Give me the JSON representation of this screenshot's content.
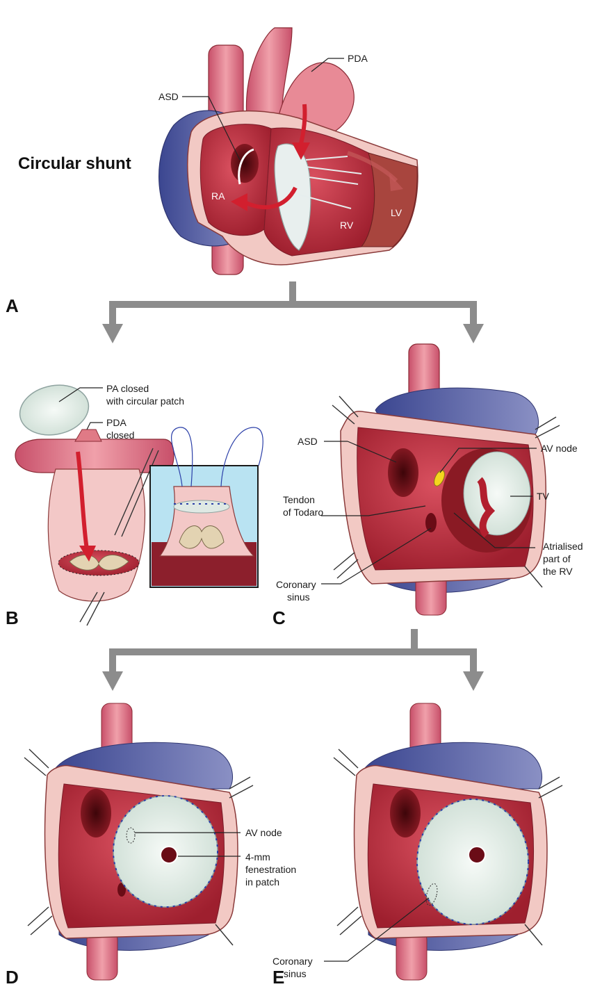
{
  "title": "Circular shunt",
  "panels": {
    "A": "A",
    "B": "B",
    "C": "C",
    "D": "D",
    "E": "E"
  },
  "labels": {
    "a_pda": "PDA",
    "a_asd": "ASD",
    "a_ra": "RA",
    "a_rv": "RV",
    "a_lv": "LV",
    "b_pa_closed_1": "PA closed",
    "b_pa_closed_2": "with circular patch",
    "b_pda_closed_1": "PDA",
    "b_pda_closed_2": "closed",
    "c_asd": "ASD",
    "c_av_node": "AV node",
    "c_tv": "TV",
    "c_tendon_1": "Tendon",
    "c_tendon_2": "of Todaro",
    "c_atrialised_1": "Atrialised",
    "c_atrialised_2": "part of",
    "c_atrialised_3": "the RV",
    "c_coronary_1": "Coronary",
    "c_coronary_2": "sinus",
    "d_av_node": "AV node",
    "d_fen_1": "4-mm",
    "d_fen_2": "fenestration",
    "d_fen_3": "in patch",
    "e_coronary_1": "Coronary",
    "e_coronary_2": "sinus"
  },
  "colors": {
    "arrow": "#8c8c8c",
    "flow_arrow": "#d21f2e",
    "myocardium": "#c8394a",
    "venous": "#4f5aa0",
    "patch": "#e4efe8",
    "suture": "#2b3fa8",
    "av_node": "#f4d61e",
    "inset_bg": "#b9e3f2"
  }
}
